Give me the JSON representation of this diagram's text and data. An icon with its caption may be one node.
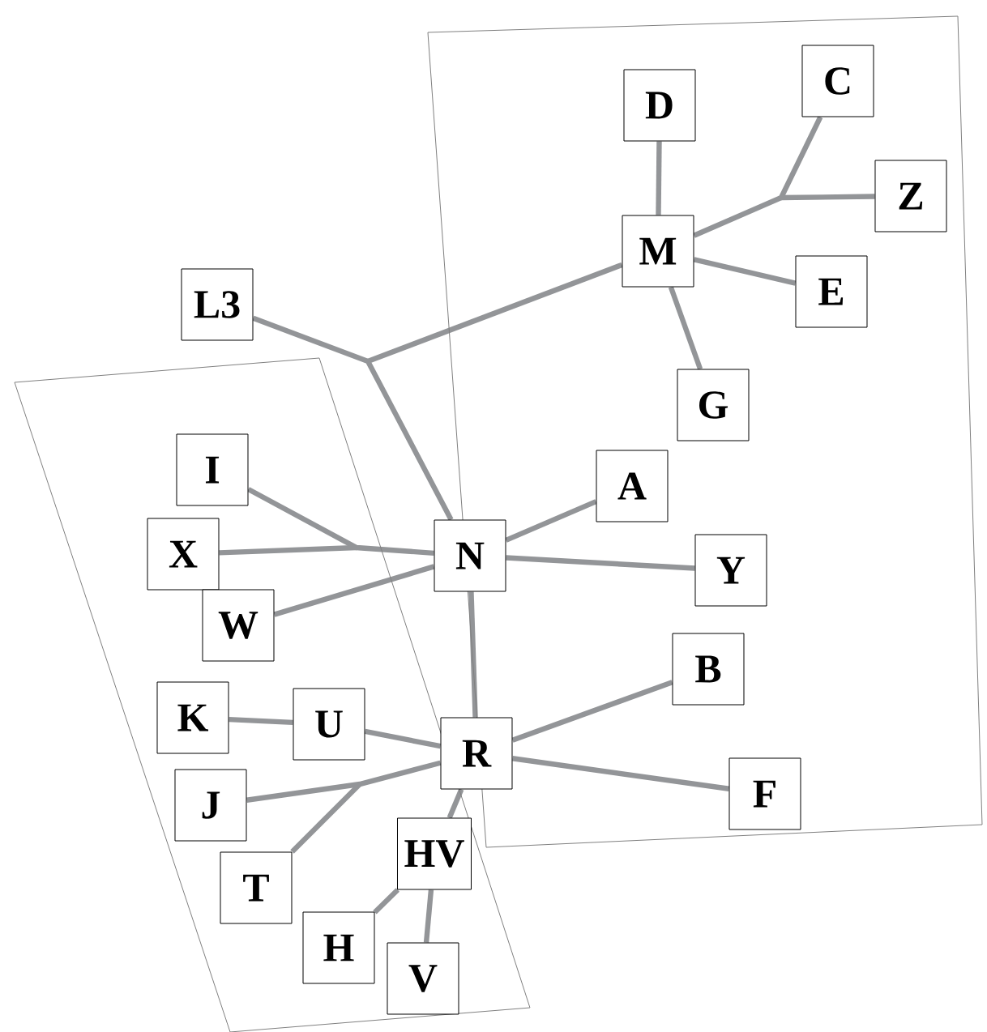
{
  "diagram": {
    "nodes": [
      {
        "text": [
          "D"
        ]
      },
      {
        "text": [
          "C"
        ]
      },
      {
        "text": [
          "Z"
        ]
      },
      {
        "text": [
          "M"
        ]
      },
      {
        "text": [
          "E"
        ]
      },
      {
        "text": [
          "G"
        ]
      },
      {
        "text": [
          "L3"
        ]
      },
      {
        "text": [
          "A"
        ]
      },
      {
        "text": [
          "I"
        ]
      },
      {
        "text": [
          "X"
        ]
      },
      {
        "text": [
          "N"
        ]
      },
      {
        "text": [
          "Y"
        ]
      },
      {
        "text": [
          "W"
        ]
      },
      {
        "text": [
          "B"
        ]
      },
      {
        "text": [
          "K"
        ]
      },
      {
        "text": [
          "U"
        ]
      },
      {
        "text": [
          "R"
        ]
      },
      {
        "text": [
          "F"
        ]
      },
      {
        "text": [
          "J"
        ]
      },
      {
        "text": [
          "T"
        ]
      },
      {
        "text": [
          "HV"
        ]
      },
      {
        "text": [
          "H"
        ]
      },
      {
        "text": [
          "V"
        ]
      }
    ],
    "edges": [
      {
        "from": 3,
        "to": 0,
        "arrow": "none"
      },
      {
        "from": 3,
        "to": 1,
        "arrow": "none"
      },
      {
        "from": 3,
        "to": 2,
        "arrow": "none"
      },
      {
        "from": 3,
        "to": 4,
        "arrow": "none"
      },
      {
        "from": 3,
        "to": 5,
        "arrow": "none"
      },
      {
        "from": 10,
        "to": 6,
        "arrow": "none"
      },
      {
        "from": 10,
        "to": 3,
        "arrow": "none"
      },
      {
        "from": 10,
        "to": 7,
        "arrow": "none"
      },
      {
        "from": 10,
        "to": 8,
        "arrow": "none"
      },
      {
        "from": 10,
        "to": 9,
        "arrow": "none"
      },
      {
        "from": 10,
        "to": 11,
        "arrow": "none"
      },
      {
        "from": 10,
        "to": 12,
        "arrow": "none"
      },
      {
        "from": 10,
        "to": 16,
        "arrow": "none"
      },
      {
        "from": 16,
        "to": 15,
        "arrow": "none"
      },
      {
        "from": 15,
        "to": 14,
        "arrow": "none"
      },
      {
        "from": 16,
        "to": 13,
        "arrow": "none"
      },
      {
        "from": 16,
        "to": 17,
        "arrow": "none"
      },
      {
        "from": 16,
        "to": 18,
        "arrow": "none"
      },
      {
        "from": 16,
        "to": 19,
        "arrow": "none"
      },
      {
        "from": 16,
        "to": 20,
        "arrow": "none"
      },
      {
        "from": 20,
        "to": 21,
        "arrow": "none"
      },
      {
        "from": 20,
        "to": 22,
        "arrow": "none"
      }
    ]
  }
}
